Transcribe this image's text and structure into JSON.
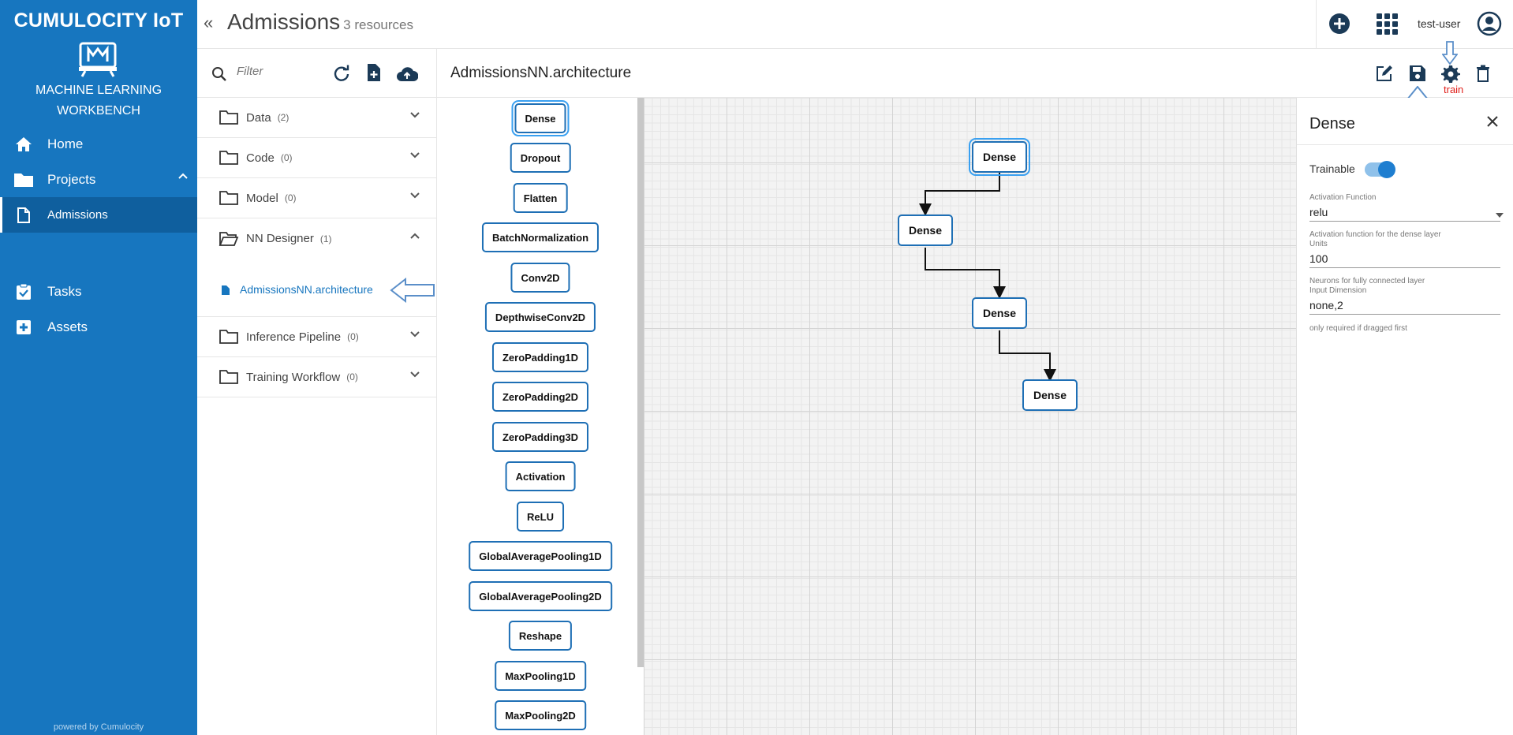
{
  "sidebar": {
    "brand": "CUMULOCITY IoT",
    "app_name_line1": "MACHINE LEARNING",
    "app_name_line2": "WORKBENCH",
    "nav": {
      "home": "Home",
      "projects": "Projects",
      "admissions": "Admissions",
      "tasks": "Tasks",
      "assets": "Assets"
    },
    "powered_by": "powered by Cumulocity"
  },
  "header": {
    "title": "Admissions",
    "subtitle": "3 resources",
    "user": "test-user"
  },
  "files": {
    "filter_placeholder": "Filter",
    "folders": [
      {
        "name": "Data",
        "count": "(2)"
      },
      {
        "name": "Code",
        "count": "(0)"
      },
      {
        "name": "Model",
        "count": "(0)"
      },
      {
        "name": "NN Designer",
        "count": "(1)"
      },
      {
        "name": "Inference Pipeline",
        "count": "(0)"
      },
      {
        "name": "Training Workflow",
        "count": "(0)"
      }
    ],
    "open_file": "AdmissionsNN.architecture"
  },
  "designer": {
    "title": "AdmissionsNN.architecture",
    "train_label": "train"
  },
  "palette": [
    "Dense",
    "Dropout",
    "Flatten",
    "BatchNormalization",
    "Conv2D",
    "DepthwiseConv2D",
    "ZeroPadding1D",
    "ZeroPadding2D",
    "ZeroPadding3D",
    "Activation",
    "ReLU",
    "GlobalAveragePooling1D",
    "GlobalAveragePooling2D",
    "Reshape",
    "MaxPooling1D",
    "MaxPooling2D"
  ],
  "canvas_nodes": [
    "Dense",
    "Dense",
    "Dense",
    "Dense"
  ],
  "properties": {
    "title": "Dense",
    "trainable_label": "Trainable",
    "trainable": true,
    "activation_label": "Activation Function",
    "activation_value": "relu",
    "activation_hint": "Activation function for the dense layer",
    "units_label": "Units",
    "units_value": "100",
    "units_hint": "Neurons for fully connected layer",
    "input_dim_label": "Input Dimension",
    "input_dim_value": "none,2",
    "input_dim_hint": "only required if dragged first"
  },
  "colors": {
    "sidebar_bg": "#1776bf",
    "accent": "#1e6fb5",
    "train_label": "#e0201b"
  }
}
